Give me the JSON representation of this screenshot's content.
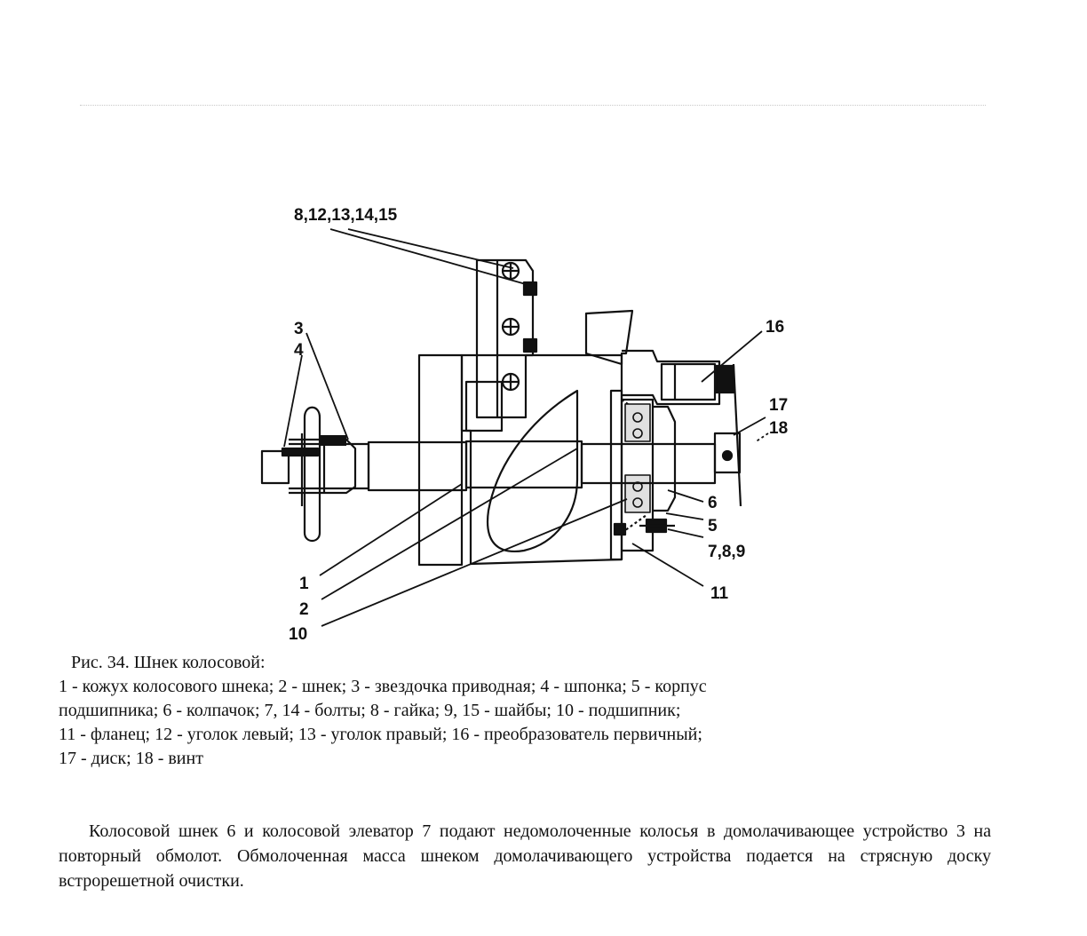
{
  "figure": {
    "callouts": {
      "fasteners": "8,12,13,14,15",
      "n3": "3",
      "n4": "4",
      "n16": "16",
      "n17": "17",
      "n18": "18",
      "n6": "6",
      "n5": "5",
      "n789": "7,8,9",
      "n11": "11",
      "n1": "1",
      "n2": "2",
      "n10": "10"
    }
  },
  "caption": {
    "title": "Рис. 34. Шнек колосовой:",
    "lines": [
      "1 - кожух колосового шнека;  2 - шнек;  3 - звездочка приводная;  4 - шпонка; 5 - корпус",
      "подшипника; 6 - колпачок; 7, 14 - болты; 8 - гайка; 9, 15 - шайбы; 10 - подшипник;",
      "11 - фланец; 12 - уголок левый; 13 - уголок правый; 16 - преобразователь первичный;",
      "17 - диск; 18 - винт"
    ]
  },
  "body_text": "Колосовой шнек 6 и колосовой элеватор 7 подают недомолоченные колосья в домолачивающее устройство 3 на повторный обмолот. Обмолоченная масса шнеком домолачивающего устройства подается на стрясную доску встрорешетной очистки."
}
